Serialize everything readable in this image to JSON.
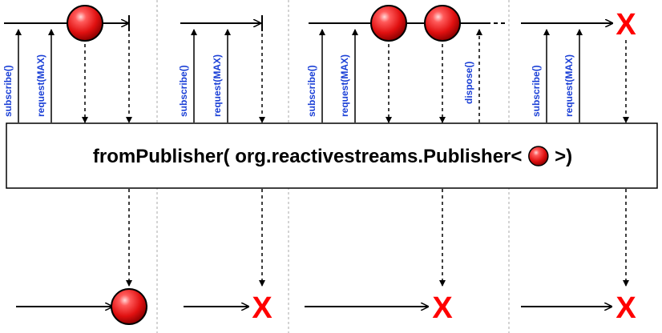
{
  "operator": {
    "prefix": "fromPublisher( org.reactivestreams.Publisher<",
    "suffix": ">)",
    "inline_glyph": "red-marble-icon"
  },
  "signals": {
    "subscribe": "subscribe()",
    "request": "request(MAX)",
    "dispose": "dispose()"
  },
  "error_mark": "X",
  "colors": {
    "marble": "#e01010",
    "signal_text": "#1a3fd6",
    "error": "#ff0000",
    "separator": "#aaaaaa"
  },
  "scenarios": [
    {
      "source_events": [
        "item",
        "complete"
      ],
      "upstream_signals": [
        "subscribe",
        "request"
      ],
      "output_events": [
        "item"
      ]
    },
    {
      "source_events": [
        "complete"
      ],
      "upstream_signals": [
        "subscribe",
        "request"
      ],
      "output_events": [
        "error"
      ]
    },
    {
      "source_events": [
        "item",
        "item"
      ],
      "upstream_signals": [
        "subscribe",
        "request",
        "dispose"
      ],
      "output_events": [
        "error"
      ]
    },
    {
      "source_events": [
        "error"
      ],
      "upstream_signals": [
        "subscribe",
        "request"
      ],
      "output_events": [
        "error"
      ]
    }
  ]
}
